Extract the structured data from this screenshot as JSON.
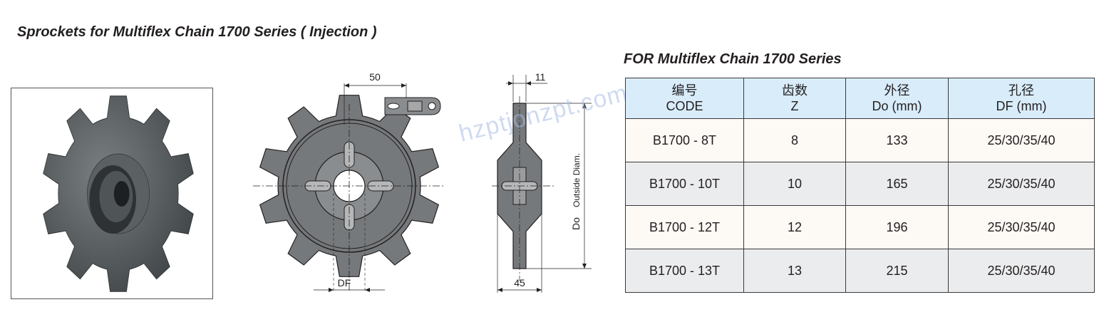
{
  "title": "Sprockets for Multiflex Chain 1700 Series ( Injection )",
  "subtitle": "FOR Multiflex Chain 1700 Series",
  "watermark": "hzptjonzpt.com",
  "drawing": {
    "dim_width": "50",
    "dim_bore": "DF",
    "dim_thickness": "11",
    "dim_hub": "45",
    "dim_do": "Do",
    "dim_outside": "Outside Diam."
  },
  "table": {
    "headers": [
      {
        "cn": "编号",
        "en": "CODE"
      },
      {
        "cn": "齿数",
        "en": "Z"
      },
      {
        "cn": "外径",
        "en": "Do (mm)"
      },
      {
        "cn": "孔径",
        "en": "DF (mm)"
      }
    ],
    "rows": [
      [
        "B1700 - 8T",
        "8",
        "133",
        "25/30/35/40"
      ],
      [
        "B1700 - 10T",
        "10",
        "165",
        "25/30/35/40"
      ],
      [
        "B1700 - 12T",
        "12",
        "196",
        "25/30/35/40"
      ],
      [
        "B1700 - 13T",
        "13",
        "215",
        "25/30/35/40"
      ]
    ]
  },
  "colors": {
    "header_bg": "#d8ecfa",
    "row_odd_bg": "#fdf9f5",
    "row_even_bg": "#ebeced",
    "part_fill": "#76797b"
  }
}
